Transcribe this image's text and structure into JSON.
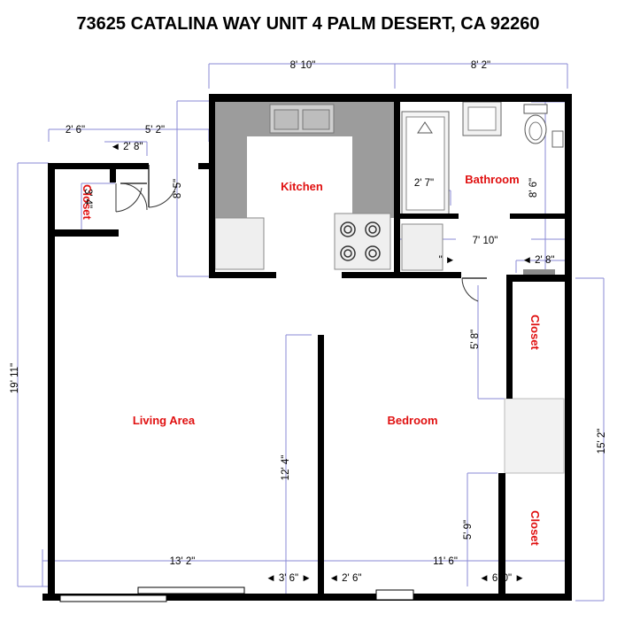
{
  "title": "73625 CATALINA WAY UNIT 4 PALM DESERT, CA 92260",
  "rooms": {
    "kitchen": "Kitchen",
    "bathroom": "Bathroom",
    "living": "Living Area",
    "bedroom": "Bedroom",
    "closet_hall": "Closet",
    "closet_upper": "Closet",
    "closet_lower": "Closet"
  },
  "dimensions": {
    "kitchen_width": "8' 10\"",
    "bath_width": "8' 2\"",
    "entry_width": "2' 6\"",
    "entry_to_kitchen": "5' 2\"",
    "hall_closet_width": "◄ 2' 8\"",
    "hall_closet_depth": "3' 4\"",
    "kitchen_depth": "8' 5\"",
    "tub_width": "2' 7\"",
    "bath_depth": "8' 6\"",
    "laundry_width": "7' 10\"",
    "laundry_left": "\" ►",
    "closet_width": "◄ 2' 8\"",
    "bedroom_closet_depth": "5' 8\"",
    "overall_depth": "19' 11\"",
    "right_depth": "15' 2\"",
    "wall_length": "12' 4\"",
    "lower_closet_depth": "5' 9\"",
    "living_width": "13' 2\"",
    "bedroom_width": "11' 6\"",
    "door_a": "◄ 3' 6\" ►",
    "door_b": "◄ 2' 6\"",
    "door_c": "◄ 6' 0\" ►"
  },
  "colors": {
    "wall": "#000000",
    "room_label": "#e01010",
    "dimension_line": "#8a8ad6",
    "counter": "#9c9c9c"
  }
}
